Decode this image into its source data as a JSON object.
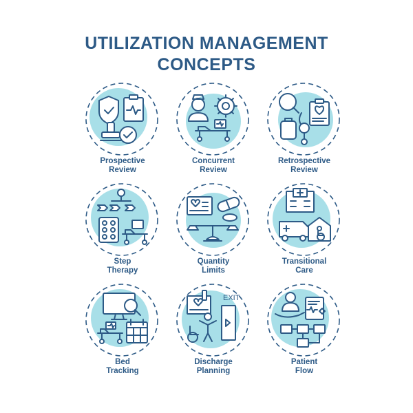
{
  "title": {
    "line1": "UTILIZATION MANAGEMENT",
    "line2": "CONCEPTS"
  },
  "concepts": [
    {
      "line1": "Prospective",
      "line2": "Review",
      "icon": "shield-clipboard-stamp-icon"
    },
    {
      "line1": "Concurrent",
      "line2": "Review",
      "icon": "nurse-gear-bed-icon"
    },
    {
      "line1": "Retrospective",
      "line2": "Review",
      "icon": "magnifier-clipboard-stethoscope-icon"
    },
    {
      "line1": "Step",
      "line2": "Therapy",
      "icon": "flowchart-pills-bed-icon"
    },
    {
      "line1": "Quantity",
      "line2": "Limits",
      "icon": "pill-scale-icon"
    },
    {
      "line1": "Transitional",
      "line2": "Care",
      "icon": "hospital-ambulance-home-icon"
    },
    {
      "line1": "Bed",
      "line2": "Tracking",
      "icon": "monitor-bed-calendar-icon"
    },
    {
      "line1": "Discharge",
      "line2": "Planning",
      "icon": "exit-door-patient-icon"
    },
    {
      "line1": "Patient",
      "line2": "Flow",
      "icon": "hand-patient-flowchart-icon"
    }
  ],
  "colors": {
    "stroke": "#2d5a86",
    "accent": "#a8dfe8",
    "background": "#ffffff"
  }
}
